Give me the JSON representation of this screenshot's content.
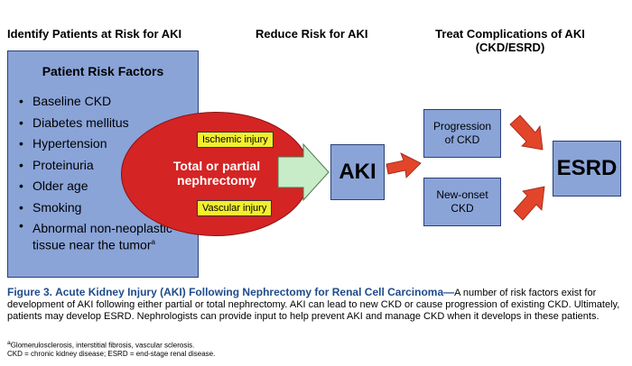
{
  "headings": {
    "col1": "Identify Patients at Risk for AKI",
    "col2": "Reduce Risk for AKI",
    "col3_line1": "Treat Complications of AKI",
    "col3_line2": "(CKD/ESRD)"
  },
  "risk_factors": {
    "title": "Patient Risk Factors",
    "items": [
      "Baseline CKD",
      "Diabetes mellitus",
      "Hypertension",
      "Proteinuria",
      "Older age",
      "Smoking"
    ],
    "last_item_line1": "Abnormal non-neoplastic",
    "last_item_line2": "tissue near the tumor",
    "last_item_note": "a"
  },
  "surgery": {
    "line1": "Total or partial",
    "line2": "nephrectomy",
    "tag_top": "Ischemic injury",
    "tag_bottom": "Vascular injury"
  },
  "aki": "AKI",
  "progression": {
    "line1": "Progression",
    "line2": "of CKD"
  },
  "new_onset": {
    "line1": "New-onset",
    "line2": "CKD"
  },
  "esrd": "ESRD",
  "caption": {
    "figure_label": "Figure 3.",
    "figure_title": "Acute Kidney Injury (AKI) Following Nephrectomy for Renal Cell Carcinoma—",
    "text": "A number of risk factors exist for development of AKI following either partial or total nephrectomy. AKI can lead to new CKD or cause progression of existing CKD. Ultimately, patients may develop ESRD. Nephrologists can provide input to help prevent AKI and manage CKD when it develops in these patients."
  },
  "footnote_mark": "a",
  "footnote": "Glomerulosclerosis, interstitial fibrosis, vascular sclerosis.",
  "abbreviations": "CKD = chronic kidney disease; ESRD = end-stage renal disease.",
  "colors": {
    "box_blue": "#8aa4d8",
    "ellipse_red": "#d42424",
    "tag_yellow": "#f3ee2e",
    "arrow_green": "#c8ecc8",
    "arrow_red": "#e2452a",
    "caption_blue": "#1f4b8a"
  }
}
